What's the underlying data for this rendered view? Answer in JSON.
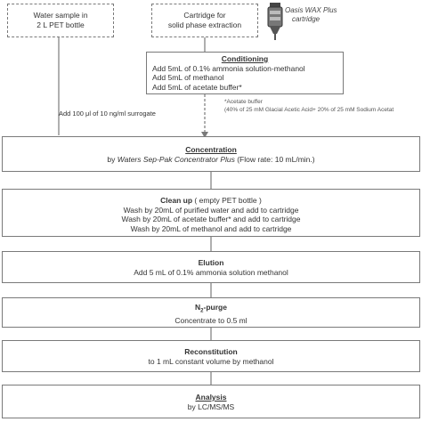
{
  "sample_box": {
    "line1": "Water sample in",
    "line2": "2 L PET bottle"
  },
  "cartridge_box": {
    "line1": "Cartridge for",
    "line2": "solid phase extraction"
  },
  "cartridge_product": {
    "line1": "Oasis WAX Plus",
    "line2": "cartridge"
  },
  "conditioning": {
    "title": "Conditioning",
    "steps": [
      "Add 5mL of 0.1% ammonia solution-methanol",
      "Add 5mL of methanol",
      "Add 5mL of acetate buffer*"
    ]
  },
  "surrogate_note": "Add 100 μl of 10 ng/ml surrogate",
  "acetate_note": {
    "line1": "*Acetate buffer",
    "line2": "(40% of 25 mM Glacial Acetic Acid+ 20% of 25 mM Sodium Acetat"
  },
  "concentration": {
    "title": "Concentration",
    "prefix": "by ",
    "device": "Waters Sep-Pak Concentrator Plus",
    "suffix": " (Flow rate: 10 mL/min.)"
  },
  "cleanup": {
    "title": "Clean up",
    "title_suffix": "( empty PET bottle )",
    "steps": [
      "Wash by 20mL of purified water and add to cartridge",
      "Wash by 20mL of acetate buffer* and add to cartridge",
      "Wash by 20mL of methanol and add to cartridge"
    ]
  },
  "elution": {
    "title": "Elution",
    "text": "Add 5 mL of 0.1% ammonia solution methanol"
  },
  "purge": {
    "title_main": "N",
    "title_sub": "2",
    "title_rest": "-purge",
    "text": "Concentrate to 0.5 ml"
  },
  "reconstitution": {
    "title": "Reconstitution",
    "text": "to 1 mL constant volume by methanol"
  },
  "analysis": {
    "title": "Analysis",
    "text": "by LC/MS/MS"
  }
}
